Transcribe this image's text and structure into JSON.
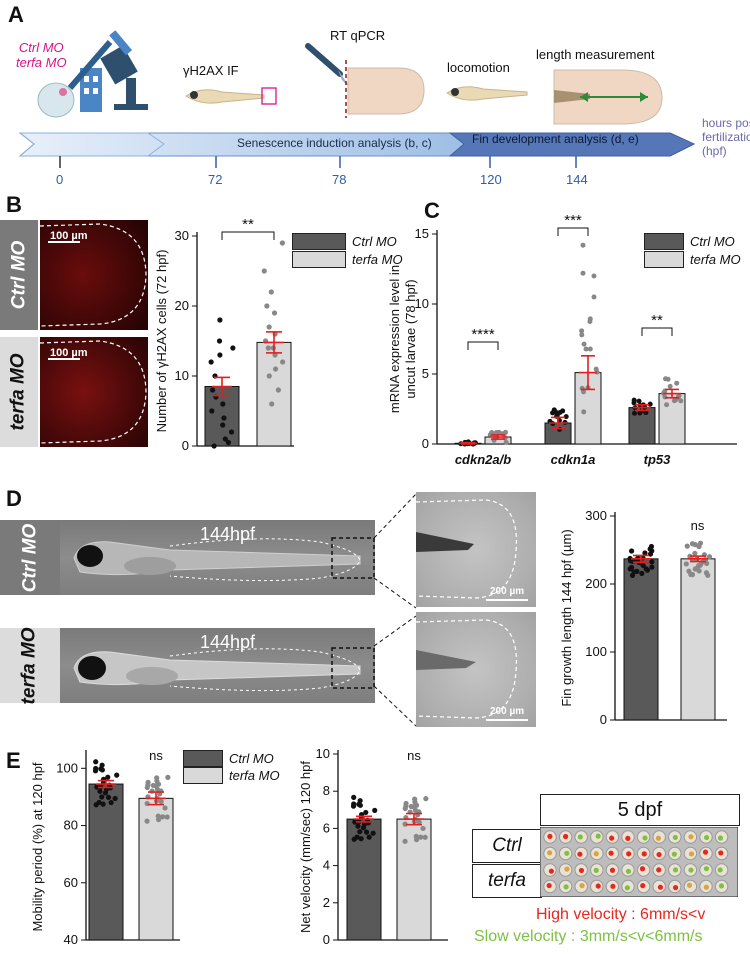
{
  "panelA": {
    "label": "A",
    "morpholinos": [
      "Ctrl MO",
      "terfa MO"
    ],
    "steps": [
      "γH2AX IF",
      "RT qPCR",
      "locomotion",
      "length measurement"
    ],
    "timeline_label_1": "Senescence induction analysis (b, c)",
    "timeline_label_2": "Fin development analysis (d, e)",
    "timeline_unit": [
      "hours post",
      "fertilization",
      "(hpf)"
    ],
    "ticks": [
      "0",
      "72",
      "78",
      "120",
      "144"
    ]
  },
  "panelB": {
    "label": "B",
    "row_labels": [
      "Ctrl MO",
      "terfa MO"
    ],
    "scalebar": "100 µm"
  },
  "panelD": {
    "label": "D",
    "row_labels": [
      "Ctrl MO",
      "terfa MO"
    ],
    "stage": "144hpf",
    "scalebar": "200 µm"
  },
  "panelE": {
    "label": "E",
    "plate_title": "5 dpf",
    "plate_rows": [
      "Ctrl",
      "terfa"
    ],
    "high_velocity": "High velocity : 6mm/s<v",
    "slow_velocity": "Slow velocity : 3mm/s<v<6mm/s",
    "colors": {
      "high": "#e8261e",
      "slow": "#7dc142"
    }
  },
  "legend": {
    "ctrl": "Ctrl MO",
    "terfa": "terfa MO",
    "ctrl_color": "#595959",
    "terfa_color": "#d9d9d9"
  },
  "chart_data": [
    {
      "id": "B",
      "type": "bar",
      "categories": [
        "Ctrl MO",
        "terfa MO"
      ],
      "values": [
        8.5,
        14.8
      ],
      "sem": [
        1.3,
        1.5
      ],
      "ylabel": "Number of γH2AX cells (72 hpf)",
      "ylim": [
        0,
        30
      ],
      "yticks": [
        "0",
        "10",
        "20",
        "30"
      ],
      "significance": "**",
      "points": [
        [
          0,
          0.5,
          1,
          2,
          3,
          4,
          5,
          6,
          7,
          8,
          10,
          12,
          13,
          14,
          15,
          18
        ],
        [
          6,
          8,
          10,
          11,
          12,
          13,
          14,
          14,
          15,
          16,
          17,
          19,
          20,
          22,
          25,
          29
        ]
      ]
    },
    {
      "id": "C",
      "type": "bar",
      "categories": [
        "cdkn2a/b",
        "cdkn1a",
        "tp53"
      ],
      "series": [
        {
          "name": "Ctrl MO",
          "values": [
            0.05,
            1.5,
            2.6
          ],
          "sem": [
            0.05,
            0.4,
            0.2
          ]
        },
        {
          "name": "terfa MO",
          "values": [
            0.5,
            5.1,
            3.6
          ],
          "sem": [
            0.15,
            1.2,
            0.3
          ]
        }
      ],
      "ylabel": "mRNA expression level in uncut larvae (78 hpf)",
      "ylim": [
        0,
        15
      ],
      "yticks": [
        "0",
        "5",
        "10",
        "15"
      ],
      "significance": [
        "****",
        "***",
        "**"
      ]
    },
    {
      "id": "D",
      "type": "bar",
      "categories": [
        "Ctrl MO",
        "terfa MO"
      ],
      "values": [
        237,
        237
      ],
      "sem": [
        5,
        4
      ],
      "ylabel": "Fin growth length 144 hpf (µm)",
      "ylim": [
        0,
        300
      ],
      "yticks": [
        "0",
        "100",
        "200",
        "300"
      ],
      "significance": "ns"
    },
    {
      "id": "E1",
      "type": "bar",
      "categories": [
        "Ctrl MO",
        "terfa MO"
      ],
      "values": [
        94.5,
        89.5
      ],
      "sem": [
        1.2,
        2.2
      ],
      "ylabel": "Mobility period (%) at 120 hpf",
      "ylim": [
        40,
        105
      ],
      "yticks": [
        "40",
        "60",
        "80",
        "100"
      ],
      "significance": "ns"
    },
    {
      "id": "E2",
      "type": "bar",
      "categories": [
        "Ctrl MO",
        "terfa MO"
      ],
      "values": [
        6.5,
        6.5
      ],
      "sem": [
        0.15,
        0.3
      ],
      "ylabel": "Net velocity (mm/sec) 120 hpf",
      "ylim": [
        0,
        10
      ],
      "yticks": [
        "0",
        "2",
        "4",
        "6",
        "8",
        "10"
      ],
      "significance": "ns"
    }
  ]
}
